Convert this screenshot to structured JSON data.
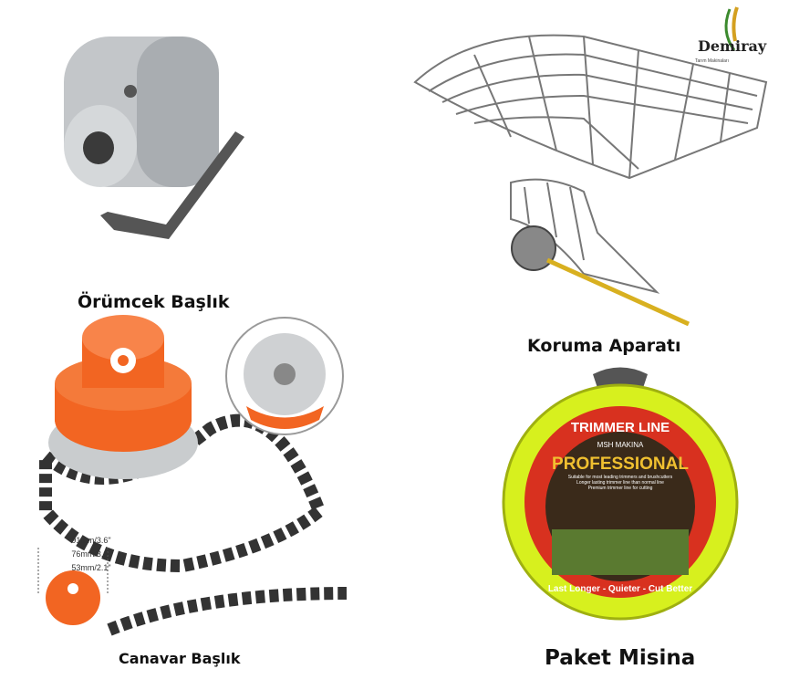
{
  "captions": {
    "spider_head": "Örümcek Başlık",
    "guard": "Koruma Aparatı",
    "monster_head": "Canavar Başlık",
    "trimmer_line_pack": "Paket Misina"
  },
  "logo": {
    "text": "Demiray",
    "subtitle": "Tarım Makinaları"
  },
  "dimensions": [
    "91mm/3.6\"",
    "76mm/3.0\"",
    "53mm/2.1\""
  ],
  "package": {
    "title": "TRIMMER LINE",
    "brand": "MSH MAKINA",
    "headline": "PROFESSIONAL",
    "features": [
      "Suitable for most leading trimmers and brushcutters",
      "Longer lasting trimmer line than normal line",
      "Premium trimmer line for cutting"
    ],
    "slogan": "Last Longer - Quieter - Cut Better"
  },
  "colors": {
    "orange": "#f26522",
    "yellow": "#d7f01e",
    "red": "#d8311f",
    "aluminum": "#b9bcbf"
  }
}
